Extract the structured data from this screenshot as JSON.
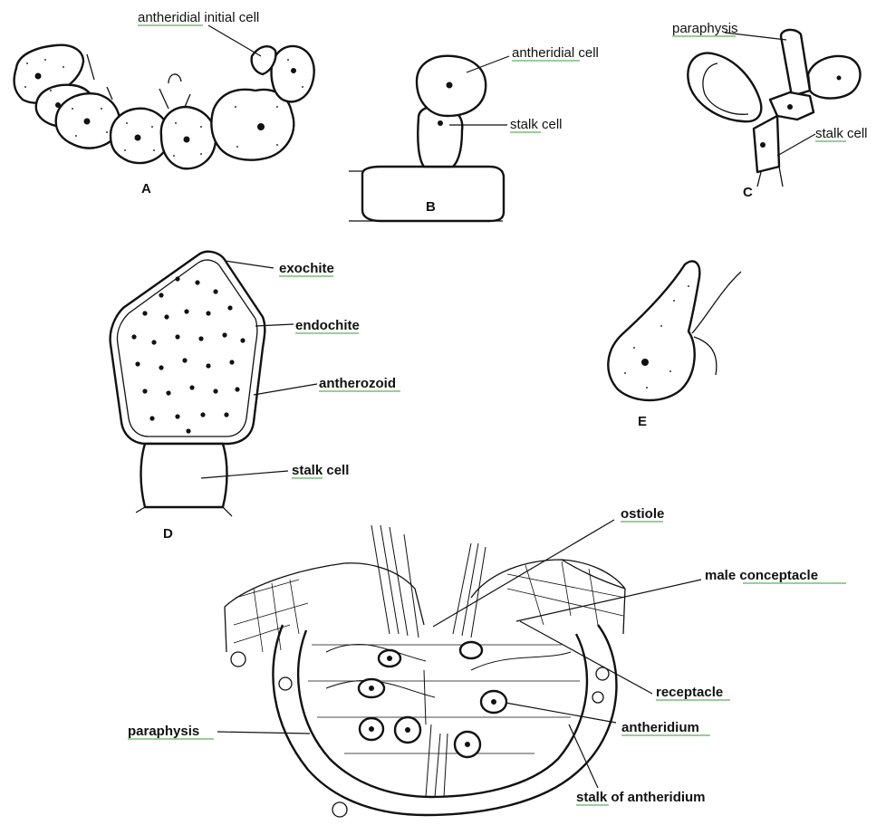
{
  "panels": {
    "A": {
      "letter": "A",
      "labels": {
        "antheridial_initial_cell": "antheridial initial cell"
      }
    },
    "B": {
      "letter": "B",
      "labels": {
        "antheridial_cell": "antheridial cell",
        "stalk_cell": "stalk cell"
      }
    },
    "C": {
      "letter": "C",
      "labels": {
        "paraphysis": "paraphysis",
        "stalk_cell": "stalk cell"
      }
    },
    "D": {
      "letter": "D",
      "labels": {
        "exochite": "exochite",
        "endochite": "endochite",
        "antherozoid": "antherozoid",
        "stalk_cell": "stalk cell"
      }
    },
    "E": {
      "letter": "E"
    },
    "F": {
      "labels": {
        "ostiole": "ostiole",
        "male_conceptacle": "male conceptacle",
        "receptacle": "receptacle",
        "antheridium": "antheridium",
        "paraphysis": "paraphysis",
        "stalk_of_antheridium": "stalk of antheridium"
      }
    }
  },
  "colors": {
    "ink": "#111111",
    "spellcheck_underline": "#3a9a3a",
    "background": "#ffffff"
  }
}
